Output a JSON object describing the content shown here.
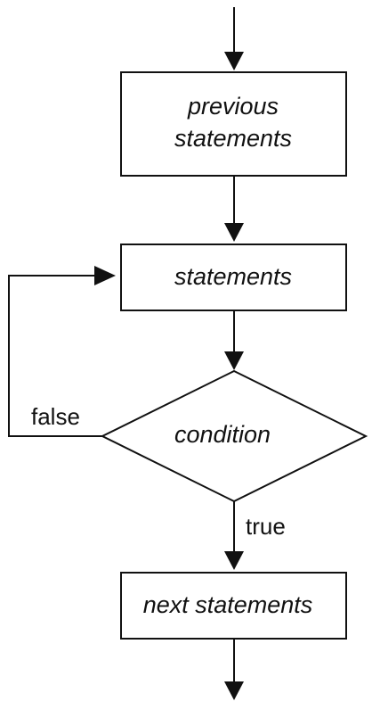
{
  "diagram": {
    "nodes": {
      "previous": {
        "shape": "rectangle",
        "lines": [
          "previous",
          "statements"
        ]
      },
      "statements": {
        "shape": "rectangle",
        "label": "statements"
      },
      "condition": {
        "shape": "diamond",
        "label": "condition"
      },
      "next": {
        "shape": "rectangle",
        "label": "next statements"
      }
    },
    "edges": {
      "false_label": "false",
      "true_label": "true"
    },
    "colors": {
      "stroke": "#111111",
      "background": "#ffffff"
    }
  }
}
